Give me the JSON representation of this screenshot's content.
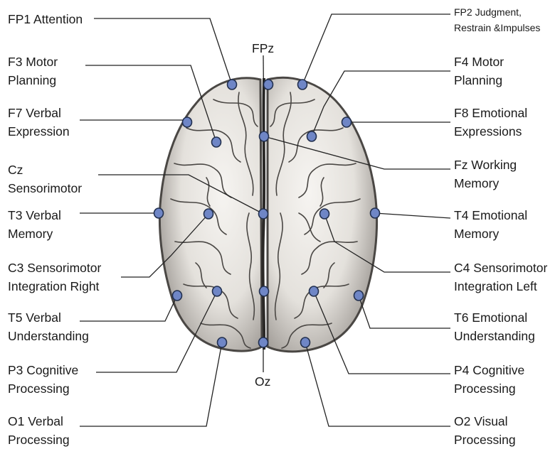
{
  "labels": {
    "fp1": [
      "FP1 Attention"
    ],
    "fp2": [
      "FP2 Judgment,",
      "Restrain &Impulses"
    ],
    "fpz": [
      "FPz"
    ],
    "f3": [
      "F3 Motor",
      "Planning"
    ],
    "f4": [
      "F4 Motor",
      "Planning"
    ],
    "f7": [
      "F7 Verbal",
      "Expression"
    ],
    "f8": [
      "F8 Emotional",
      "Expressions"
    ],
    "cz": [
      "Cz",
      "Sensorimotor"
    ],
    "fz": [
      "Fz Working",
      "Memory"
    ],
    "t3": [
      "T3 Verbal",
      "Memory"
    ],
    "t4": [
      "T4 Emotional",
      "Memory"
    ],
    "c3": [
      "C3 Sensorimotor",
      "Integration Right"
    ],
    "c4": [
      "C4 Sensorimotor",
      "Integration Left"
    ],
    "t5": [
      "T5 Verbal",
      "Understanding"
    ],
    "t6": [
      "T6 Emotional",
      "Understanding"
    ],
    "p3": [
      "P3 Cognitive",
      "Processing"
    ],
    "p4": [
      "P4 Cognitive",
      "Processing"
    ],
    "oz": [
      "Oz"
    ],
    "o1": [
      "O1 Verbal",
      "Processing"
    ],
    "o2": [
      "O2 Visual",
      "Processing"
    ]
  },
  "colors": {
    "electrode_fill": "#6f86c6",
    "electrode_stroke": "#22304f",
    "line": "#222222",
    "brain_light": "#f1efec",
    "brain_mid": "#c9c5c0",
    "brain_dark": "#4a4744",
    "fissure": "#2b2927"
  }
}
